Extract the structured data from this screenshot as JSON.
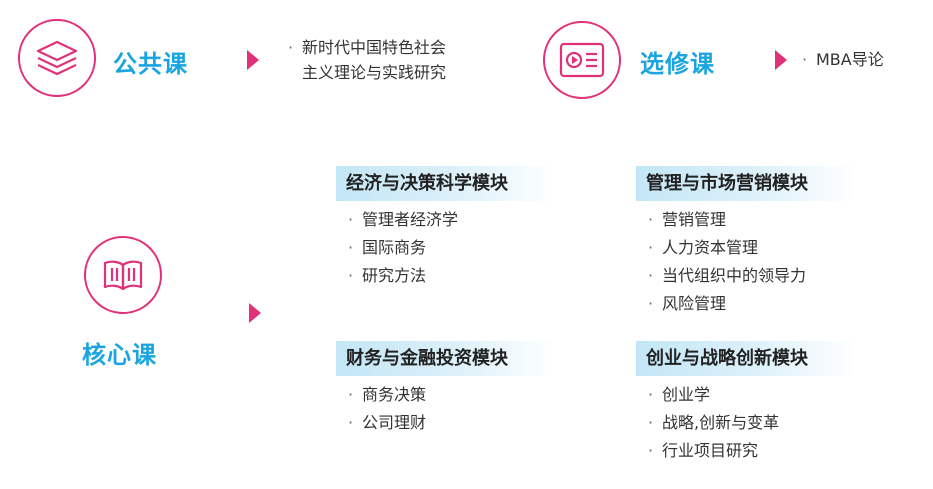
{
  "public": {
    "title": "公共课",
    "items": [
      "新时代中国特色社会",
      "主义理论与实践研究"
    ]
  },
  "elective": {
    "title": "选修课",
    "items": [
      "MBA导论"
    ]
  },
  "core": {
    "title": "核心课",
    "modules": [
      {
        "title": "经济与决策科学模块",
        "items": [
          "管理者经济学",
          "国际商务",
          "研究方法"
        ]
      },
      {
        "title": "管理与市场营销模块",
        "items": [
          "营销管理",
          "人力资本管理",
          "当代组织中的领导力",
          "风险管理"
        ]
      },
      {
        "title": "财务与金融投资模块",
        "items": [
          "商务决策",
          "公司理财"
        ]
      },
      {
        "title": "创业与战略创新模块",
        "items": [
          "创业学",
          "战略,创新与变革",
          "行业项目研究"
        ]
      }
    ]
  },
  "bullet": "·",
  "colors": {
    "accent_pink": "#e0317a",
    "title_blue": "#1aa5e0",
    "module_bg": "#c3e6f6"
  },
  "icons": [
    "layers-icon",
    "video-screen-icon",
    "open-book-icon",
    "triangle-arrow-icon"
  ]
}
